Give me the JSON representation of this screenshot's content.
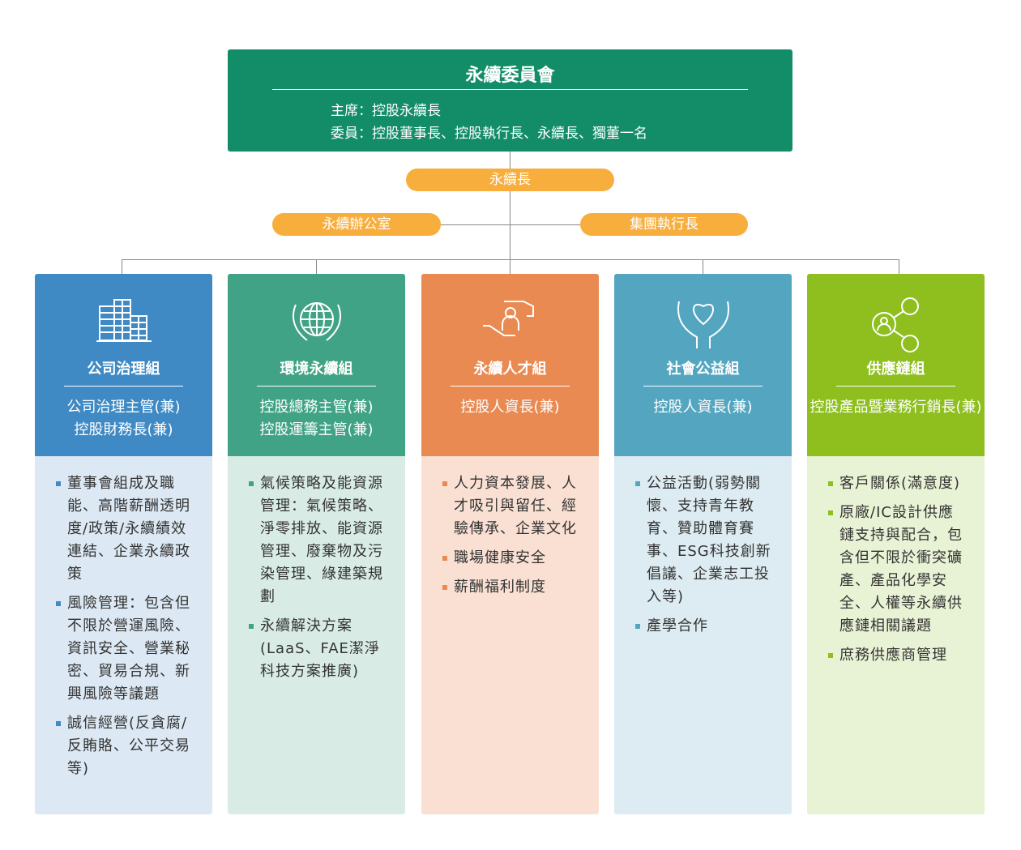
{
  "committee": {
    "title": "永續委員會",
    "chair": "主席：控股永續長",
    "members": "委員：控股董事長、控股執行長、永續長、獨董一名"
  },
  "cso": "永續長",
  "office": "永續辦公室",
  "group_ceo": "集團執行長",
  "groups": [
    {
      "name": "公司治理組",
      "icon": "buildings-icon",
      "color": "#3f8ac4",
      "bg": "#dce8f3",
      "roles": [
        "公司治理主管(兼)",
        "控股財務長(兼)"
      ],
      "items": [
        "董事會組成及職能、高階薪酬透明度/政策/永續績效連結、企業永續政策",
        "風險管理：包含但不限於營運風險、資訊安全、營業秘密、貿易合規、新興風險等議題",
        "誠信經營(反貪腐/反賄賂、公平交易等)"
      ]
    },
    {
      "name": "環境永續組",
      "icon": "globe-laurel-icon",
      "color": "#41a385",
      "bg": "#d8ece5",
      "roles": [
        "控股總務主管(兼)",
        "控股運籌主管(兼)"
      ],
      "items": [
        "氣候策略及能資源管理：氣候策略、淨零排放、能資源管理、廢棄物及污染管理、綠建築規劃",
        "永續解決方案(LaaS、FAE潔淨科技方案推廣)"
      ]
    },
    {
      "name": "永續人才組",
      "icon": "hands-person-icon",
      "color": "#e98a52",
      "bg": "#f9e0d3",
      "roles": [
        "控股人資長(兼)"
      ],
      "items": [
        "人力資本發展、人才吸引與留任、經驗傳承、企業文化",
        "職場健康安全",
        "薪酬福利制度"
      ]
    },
    {
      "name": "社會公益組",
      "icon": "hands-heart-icon",
      "color": "#54a6c0",
      "bg": "#ddecf2",
      "roles": [
        "控股人資長(兼)"
      ],
      "items": [
        "公益活動(弱勢關懷、支持青年教育、贊助體育賽事、ESG科技創新倡議、企業志工投入等)",
        "產學合作"
      ]
    },
    {
      "name": "供應鏈組",
      "icon": "network-people-icon",
      "color": "#8ebf1f",
      "bg": "#e8f2d4",
      "roles": [
        "控股產品暨業務行銷長(兼)"
      ],
      "items": [
        "客戶關係(滿意度)",
        "原廠/IC設計供應鏈支持與配合，包含但不限於衝突礦產、產品化學安全、人權等永續供應鏈相關議題",
        "庶務供應商管理"
      ]
    }
  ]
}
